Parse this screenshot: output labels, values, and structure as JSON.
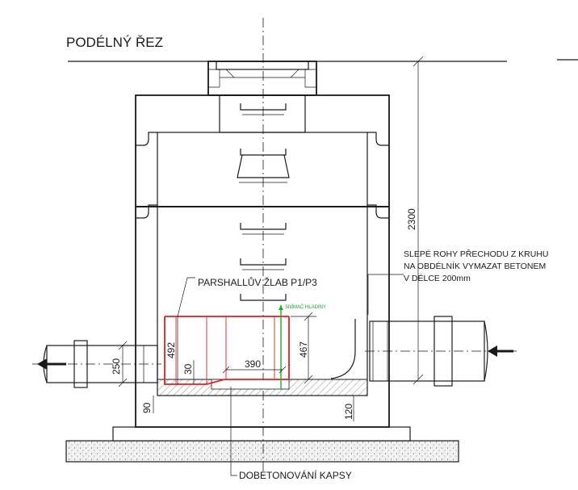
{
  "drawing": {
    "title": "PODÉLNÝ ŘEZ",
    "note_lines": [
      "SLEPÉ ROHY PŘECHODU Z KRUHU",
      "NA OBDÉLNÍK VYMAZAT BETONEM",
      "V DÉLCE 200mm"
    ],
    "flume_label": "PARSHALLŮV ŽLAB P1/P3",
    "sensor_label": "SNÍMAČ HLADINY",
    "bottom_label": "DOBETONOVÁNÍ KAPSY",
    "dimensions": {
      "overall_height": "2300",
      "inlet_pipe": "250",
      "flume_height": "492",
      "flume_length": "390",
      "water_height": "467",
      "step": "30",
      "base_left": "90",
      "base_right": "120"
    }
  }
}
